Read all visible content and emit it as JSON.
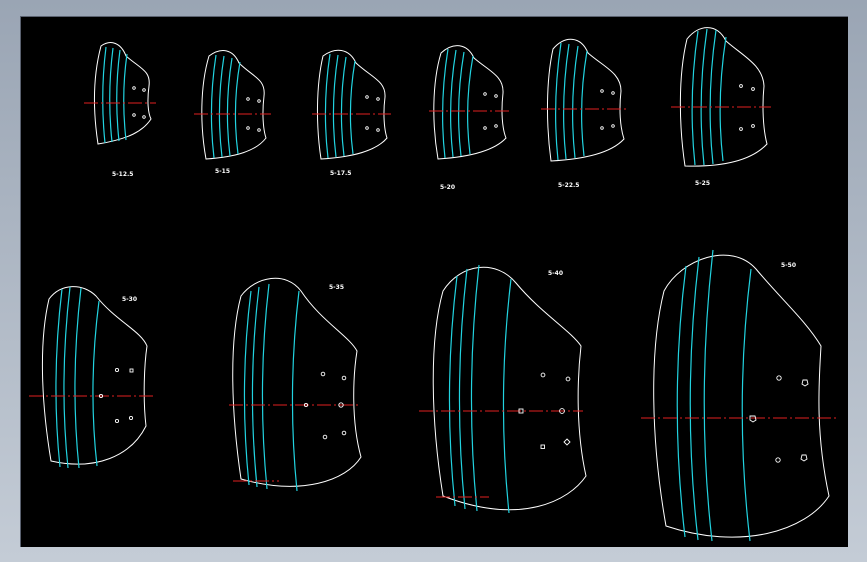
{
  "drawing": {
    "background": "#000000",
    "outline_color": "#ffffff",
    "arc_color": "#22d3e0",
    "centerline_color": "#e02020"
  },
  "profiles": {
    "top": [
      {
        "label": "5-12.5"
      },
      {
        "label": "5-15"
      },
      {
        "label": "5-17.5"
      },
      {
        "label": "5-20"
      },
      {
        "label": "5-22.5"
      },
      {
        "label": "5-25"
      }
    ],
    "bottom": [
      {
        "label": "5-30"
      },
      {
        "label": "5-35"
      },
      {
        "label": "5-40"
      },
      {
        "label": "5-50"
      }
    ]
  }
}
